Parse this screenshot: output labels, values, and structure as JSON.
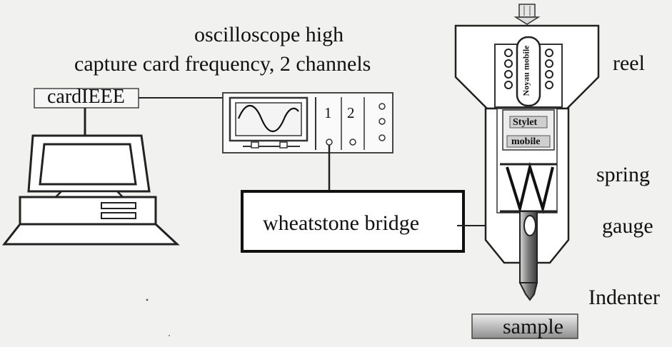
{
  "labels": {
    "oscilloscope_line1": "oscilloscope high",
    "oscilloscope_line2": "capture card frequency, 2 channels",
    "card": "cardIEEE",
    "channel_1": "1",
    "channel_2": "2",
    "bridge": "wheatstone bridge",
    "reel": "reel",
    "noyau_mobile": "Noyau mobile",
    "stylet": "Stylet",
    "mobile": "mobile",
    "spring": "spring",
    "gauge": "gauge",
    "indenter": "Indenter",
    "sample": "sample"
  }
}
